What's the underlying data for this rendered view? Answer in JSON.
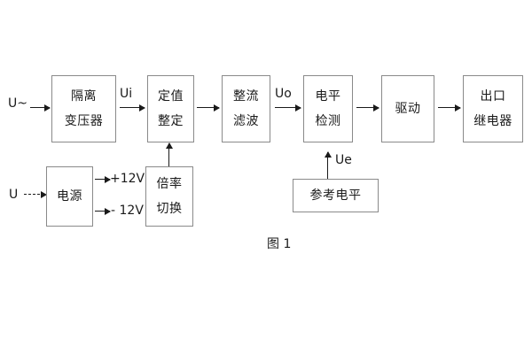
{
  "figure": {
    "caption": "图 1"
  },
  "inputs": {
    "ac_source": "U~",
    "dc_source": "U"
  },
  "signals": {
    "ui": "Ui",
    "uo": "Uo",
    "ue": "Ue",
    "pos_rail": "+12V",
    "neg_rail": "- 12V"
  },
  "blocks": {
    "isolation_transformer": {
      "line1": "隔离",
      "line2": "变压器"
    },
    "setting_value": {
      "line1": "定值",
      "line2": "整定"
    },
    "rectifier_filter": {
      "line1": "整流",
      "line2": "滤波"
    },
    "level_detection": {
      "line1": "电平",
      "line2": "检测"
    },
    "drive": {
      "line1": "驱动"
    },
    "output_relay": {
      "line1": "出口",
      "line2": "继电器"
    },
    "power_supply": {
      "line1": "电源"
    },
    "multiplier_switch": {
      "line1": "倍率",
      "line2": "切换"
    },
    "reference_level": {
      "line1": "参考电平"
    }
  },
  "colors": {
    "box_border": "#8a8a8a",
    "line": "#1a1a1a",
    "background": "#ffffff",
    "text": "#1a1a1a"
  }
}
